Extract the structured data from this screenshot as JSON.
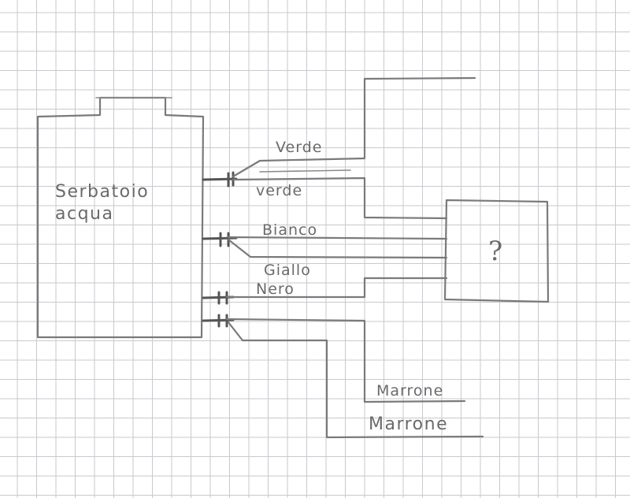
{
  "tank": {
    "label_line1": "Serbatoio",
    "label_line2": "acqua"
  },
  "unknown_box": {
    "label": "?"
  },
  "wires": [
    {
      "label": "Verde"
    },
    {
      "label": "verde"
    },
    {
      "label": "Bianco"
    },
    {
      "label": "Giallo"
    },
    {
      "label": "Nero"
    },
    {
      "label": "Marrone"
    },
    {
      "label": "Marrone"
    }
  ]
}
